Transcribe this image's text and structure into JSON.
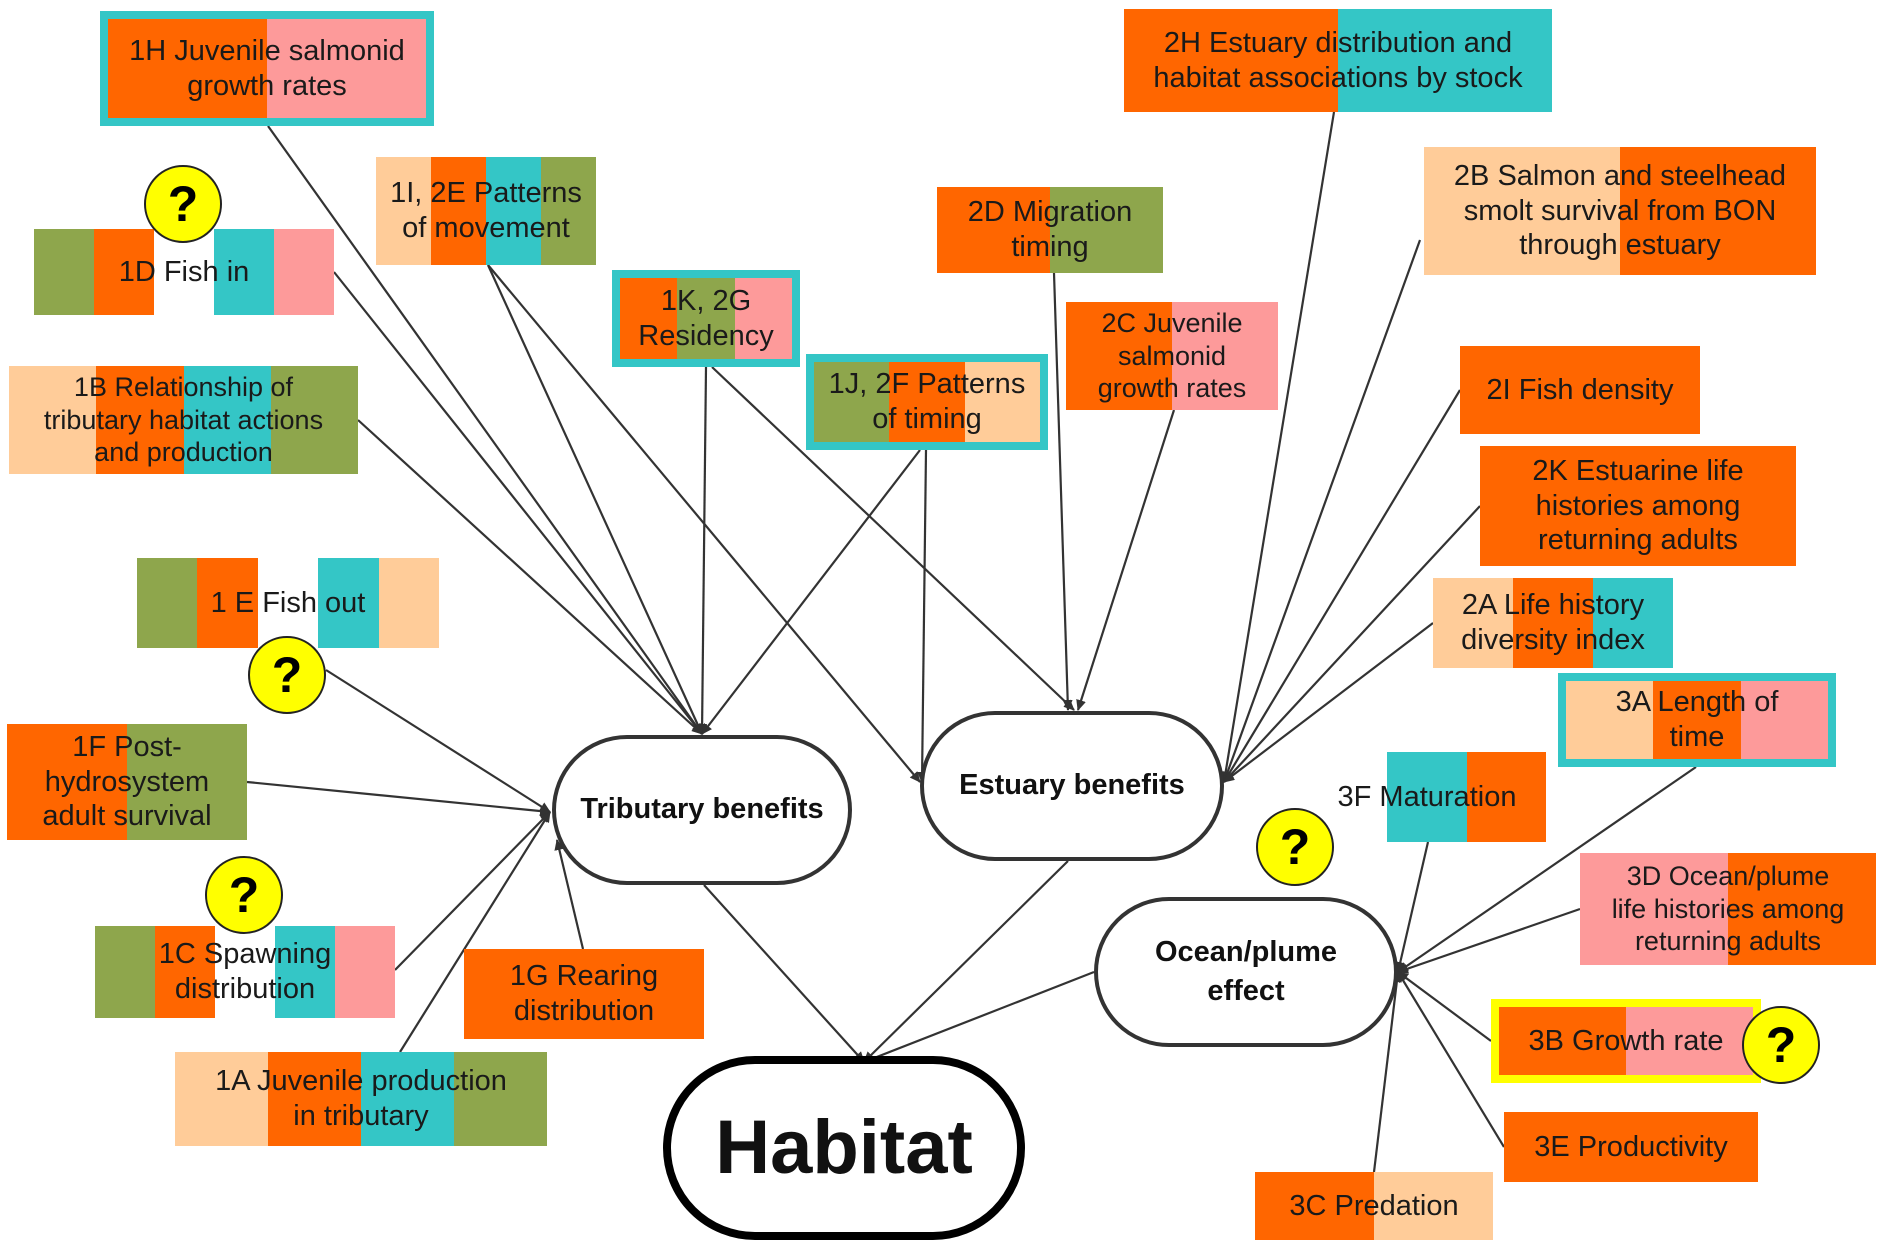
{
  "colors": {
    "orange": "#ff6600",
    "green": "#8ea64c",
    "teal": "#34c6c6",
    "pink": "#fd9a9a",
    "peach": "#ffcc99",
    "white": "#ffffff",
    "highlight_teal": "#34c6c6",
    "highlight_yellow": "#ffff00"
  },
  "question_mark": "?",
  "nodes": {
    "habitat": "Habitat",
    "tributary": "Tributary benefits",
    "estuary": "Estuary benefits",
    "ocean": "Ocean/plume\neffect"
  },
  "boxes": [
    {
      "id": "1H",
      "label": "1H Juvenile salmonid\ngrowth rates",
      "stripes": [
        "orange",
        "pink"
      ],
      "highlight": "teal"
    },
    {
      "id": "1I2E",
      "label": "1I, 2E Patterns\nof movement",
      "stripes": [
        "peach",
        "orange",
        "teal",
        "green"
      ]
    },
    {
      "id": "1D",
      "label": "1D Fish in",
      "stripes": [
        "green",
        "orange",
        "white",
        "teal",
        "pink"
      ]
    },
    {
      "id": "1K2G",
      "label": "1K, 2G\nResidency",
      "stripes": [
        "orange",
        "green",
        "pink"
      ],
      "highlight": "teal"
    },
    {
      "id": "1B",
      "label": "1B Relationship of\ntributary habitat actions\nand production",
      "stripes": [
        "peach",
        "orange",
        "teal",
        "green"
      ]
    },
    {
      "id": "1J2F",
      "label": "1J, 2F Patterns\nof timing",
      "stripes": [
        "green",
        "orange",
        "peach"
      ],
      "highlight": "teal"
    },
    {
      "id": "1E",
      "label": "1 E Fish out",
      "stripes": [
        "green",
        "orange",
        "white",
        "teal",
        "peach"
      ]
    },
    {
      "id": "1F",
      "label": "1F Post-\nhydrosystem\nadult survival",
      "stripes": [
        "orange",
        "green"
      ]
    },
    {
      "id": "1C",
      "label": "1C Spawning\ndistribution",
      "stripes": [
        "green",
        "orange",
        "white",
        "teal",
        "pink"
      ]
    },
    {
      "id": "1G",
      "label": "1G Rearing\ndistribution",
      "stripes": [
        "orange"
      ]
    },
    {
      "id": "1A",
      "label": "1A Juvenile production\nin tributary",
      "stripes": [
        "peach",
        "orange",
        "teal",
        "green"
      ]
    },
    {
      "id": "2H",
      "label": "2H Estuary distribution and\nhabitat associations by stock",
      "stripes": [
        "orange",
        "teal"
      ]
    },
    {
      "id": "2D",
      "label": "2D Migration\ntiming",
      "stripes": [
        "orange",
        "green"
      ]
    },
    {
      "id": "2B",
      "label": "2B Salmon and steelhead\nsmolt survival from BON\nthrough estuary",
      "stripes": [
        "peach",
        "orange"
      ]
    },
    {
      "id": "2C",
      "label": "2C Juvenile\nsalmonid\ngrowth rates",
      "stripes": [
        "orange",
        "pink"
      ]
    },
    {
      "id": "2I",
      "label": "2I Fish density",
      "stripes": [
        "orange"
      ]
    },
    {
      "id": "2K",
      "label": "2K Estuarine life\nhistories among\nreturning adults",
      "stripes": [
        "orange"
      ]
    },
    {
      "id": "2A",
      "label": "2A Life history\ndiversity index",
      "stripes": [
        "peach",
        "orange",
        "teal"
      ]
    },
    {
      "id": "3A",
      "label": "3A Length of\ntime",
      "stripes": [
        "peach",
        "orange",
        "pink"
      ],
      "highlight": "teal"
    },
    {
      "id": "3F",
      "label": "3F Maturation",
      "stripes": [
        "white",
        "teal",
        "orange"
      ]
    },
    {
      "id": "3D",
      "label": "3D Ocean/plume\nlife histories among\nreturning adults",
      "stripes": [
        "pink",
        "orange"
      ]
    },
    {
      "id": "3B",
      "label": "3B Growth rate",
      "stripes": [
        "orange",
        "pink"
      ],
      "highlight": "yellow"
    },
    {
      "id": "3E",
      "label": "3E Productivity",
      "stripes": [
        "orange"
      ]
    },
    {
      "id": "3C",
      "label": "3C Predation",
      "stripes": [
        "orange",
        "peach"
      ]
    }
  ]
}
